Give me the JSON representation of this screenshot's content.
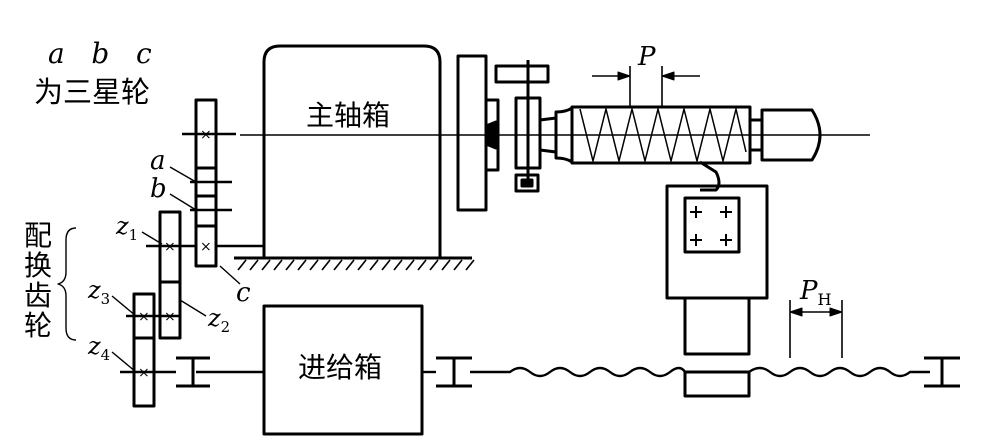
{
  "labels": {
    "abc": "a   b   c",
    "three_star": "为三星轮",
    "spindle_box": "主轴箱",
    "feed_box": "进给箱",
    "change_gear": [
      "配",
      "换",
      "齿",
      "轮"
    ],
    "gear_a": "a",
    "gear_b": "b",
    "gear_c": "c",
    "z1": "z",
    "z1_sub": "1",
    "z2": "z",
    "z2_sub": "2",
    "z3": "z",
    "z3_sub": "3",
    "z4": "z",
    "z4_sub": "4",
    "pitch_P": "P",
    "pitch_PH": "P",
    "pitch_PH_sub": "H",
    "gear_mark": "×"
  },
  "colors": {
    "ink": "#000000",
    "paper": "#ffffff"
  }
}
